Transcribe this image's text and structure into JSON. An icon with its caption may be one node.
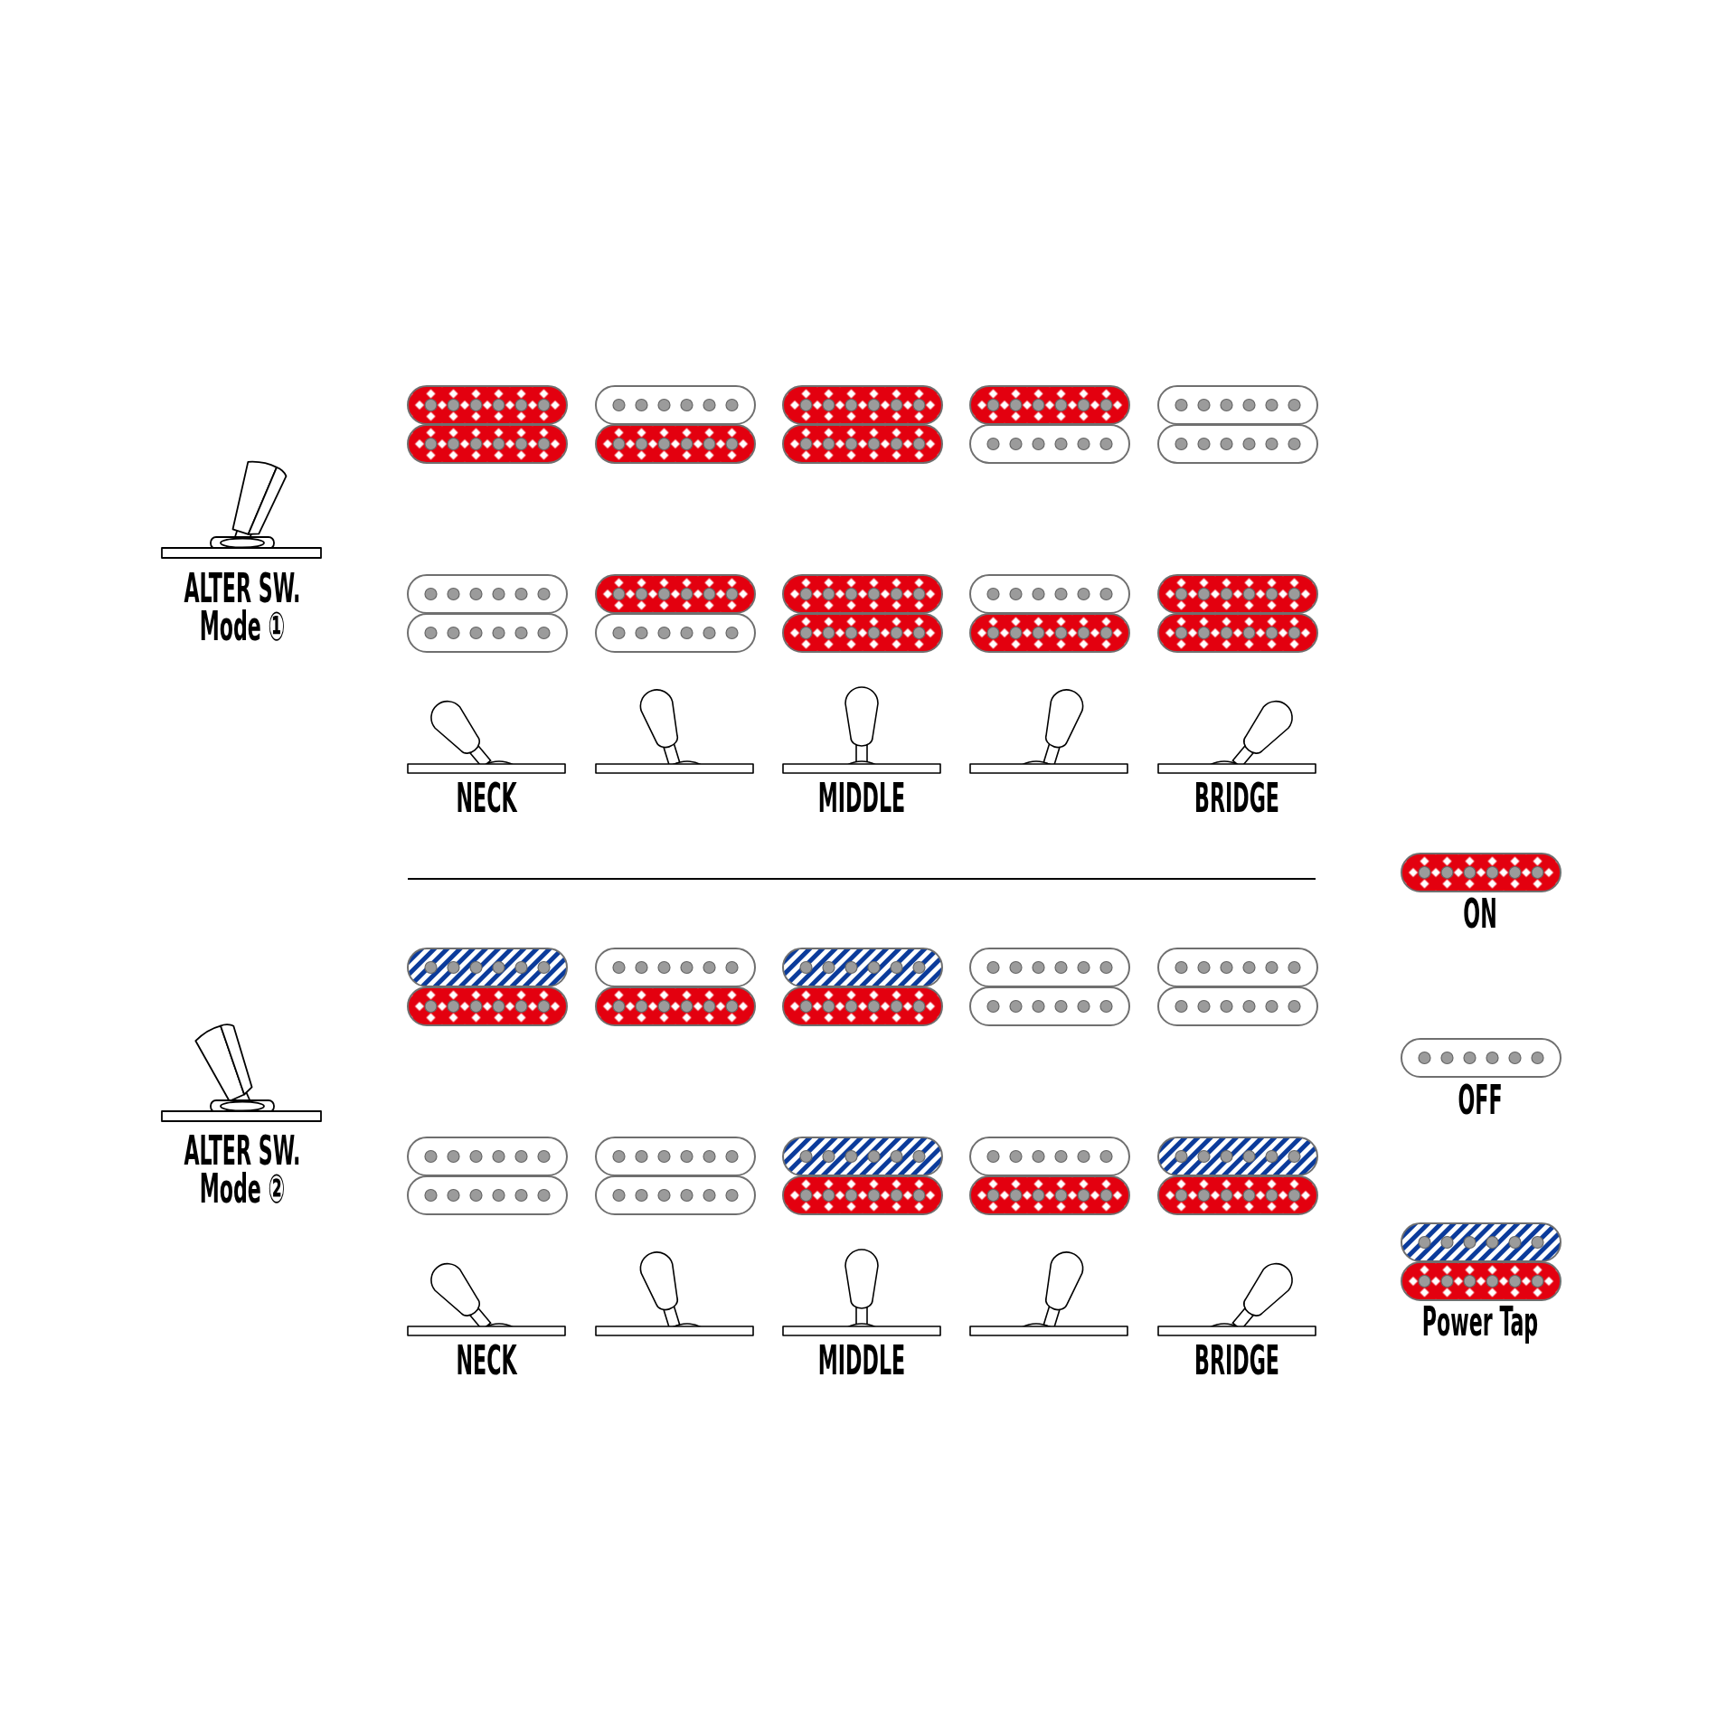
{
  "diagram": {
    "labels": [
      "ALTER SW. Mode ①",
      "NECK",
      "MIDDLE",
      "BRIDGE",
      "ALTER SW. Mode ②",
      "NECK",
      "MIDDLE",
      "BRIDGE"
    ],
    "legend": [
      {
        "text": "ON"
      },
      {
        "text": "OFF"
      },
      {
        "text": "Power Tap"
      }
    ]
  }
}
